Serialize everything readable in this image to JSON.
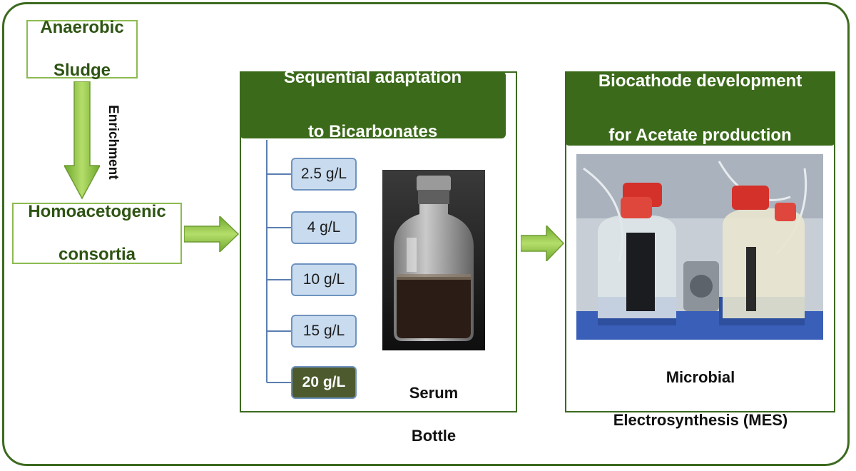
{
  "source": {
    "line1": "Anaerobic",
    "line2": "Sludge"
  },
  "enrichment_label": "Enrichment",
  "product": {
    "line1": "Homoacetogenic",
    "line2": "consortia"
  },
  "panel_adaptation": {
    "header_line1": "Sequential adaptation",
    "header_line2": "to Bicarbonates",
    "concentrations": [
      "2.5 g/L",
      "4 g/L",
      "10 g/L",
      "15 g/L",
      "20 g/L"
    ],
    "caption_line1": "Serum",
    "caption_line2": "Bottle"
  },
  "panel_mes": {
    "header_line1": "Biocathode development",
    "header_line2": "for Acetate production",
    "caption_line1": "Microbial",
    "caption_line2": "Electrosynthesis (MES)"
  },
  "colors": {
    "frame": "#3c6a1f",
    "header_bg": "#3b6a1a",
    "arrow_green": "#8cc63f",
    "box_border": "#8dbb52",
    "conc_bg": "#c9dbef",
    "conc_active": "#4d5a2e"
  }
}
